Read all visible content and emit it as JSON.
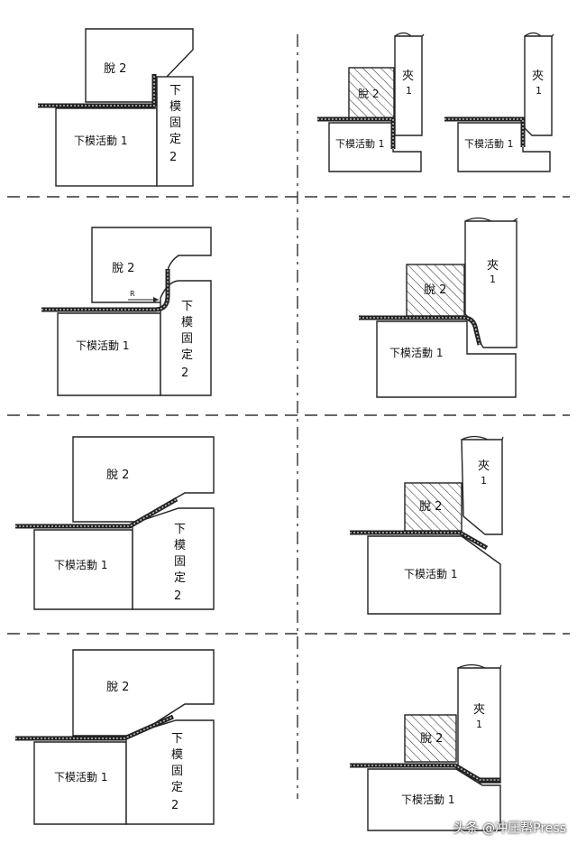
{
  "labels": {
    "stripper": "脫 2",
    "stripper_short": "脫",
    "lower_pad": "下模活動 1",
    "lower_pad_short": "下模活動",
    "num1": "1",
    "num2": "2",
    "die_fixed_chars": [
      "下",
      "模",
      "固",
      "定",
      "2"
    ],
    "clamp": "夾",
    "radius": "R"
  },
  "watermark": "头条 @冲压帮Press"
}
